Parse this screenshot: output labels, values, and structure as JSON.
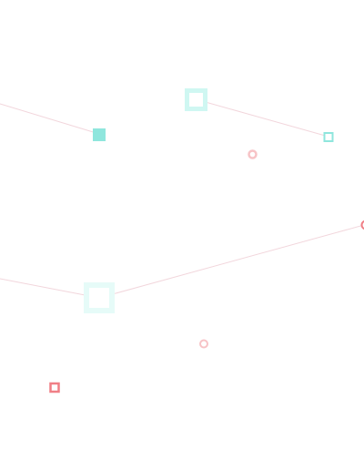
{
  "scene": {
    "background_color": "#ffffff",
    "line_color": "#f2d6dc",
    "colors": {
      "teal": "#8fe6dd",
      "teal_light": "#cff7f2",
      "teal_lighter": "#e6fbf8",
      "pink": "#f07f86",
      "pink_light": "#f7c3c6",
      "pink_lighter": "#fbe2e3"
    },
    "shapes": [
      {
        "name": "connecting-lines",
        "kind": "line-group"
      },
      {
        "name": "teal-square-filled",
        "kind": "square",
        "style": "filled",
        "color_key": "teal"
      },
      {
        "name": "teal-square-outline-large",
        "kind": "square",
        "style": "outline",
        "color_key": "teal_light"
      },
      {
        "name": "teal-square-outline-small",
        "kind": "square",
        "style": "outline",
        "color_key": "teal"
      },
      {
        "name": "pink-circle-outline",
        "kind": "circle",
        "style": "outline",
        "color_key": "pink_light"
      },
      {
        "name": "pink-circle-edge",
        "kind": "circle",
        "style": "outline",
        "color_key": "pink"
      },
      {
        "name": "teal-square-outline-bottom-large",
        "kind": "square",
        "style": "outline",
        "color_key": "teal_lighter"
      },
      {
        "name": "pink-circle-outline-bottom",
        "kind": "circle",
        "style": "outline",
        "color_key": "pink_light"
      },
      {
        "name": "pink-square-outline",
        "kind": "square",
        "style": "outline",
        "color_key": "pink"
      }
    ]
  }
}
